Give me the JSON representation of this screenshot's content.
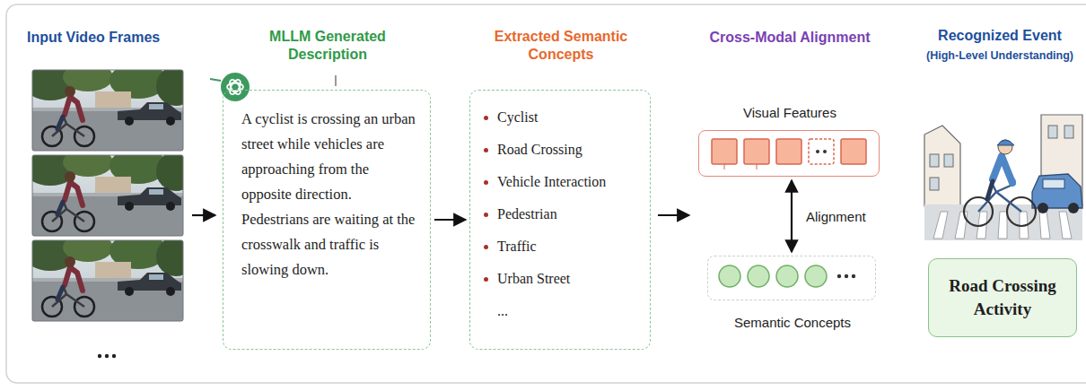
{
  "diagram": {
    "nodes": [
      {
        "text": [
          "MLLM Generated Description",
          "A cyclist is crossing an urban street while vehicles are approaching from the opposite direction. Pedestrians are waiting at the crosswalk and traffic is slowing down."
        ]
      },
      {
        "text": [
          "Extracted Semantic Concepts",
          "Cyclist",
          "Road Crossing",
          "Vehicle Interaction",
          "Pedestrian",
          "Traffic",
          "Urban Street",
          "..."
        ]
      },
      {
        "text": [
          "Visual Features"
        ]
      },
      {
        "text": [
          "Semantic Concepts"
        ]
      },
      {
        "text": [
          "Road Crossing Activity"
        ]
      }
    ],
    "edges": [
      {
        "from": 0,
        "to": 1,
        "arrow": "to"
      },
      {
        "from": 2,
        "to": 3,
        "arrow": "both",
        "label": "Alignment"
      }
    ],
    "labels": [
      "Input Video Frames",
      "Cross-Modal Alignment",
      "Recognized Event",
      "(High-Level Understanding)"
    ]
  }
}
